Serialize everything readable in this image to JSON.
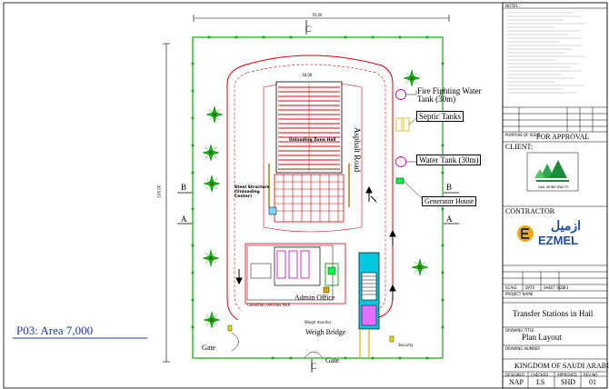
{
  "drawing": {
    "area_label": "P03: Area 7,000",
    "dimension_top": "70.00",
    "dimension_left": "100.00",
    "dimension_canopy": "18.00",
    "section_marks": [
      "C",
      "C",
      "B",
      "B",
      "A",
      "A"
    ],
    "labels": {
      "fire_tank": "Fire Fighting Water Tank (30m)",
      "septic": "Septic Tanks",
      "water_tank": "Water Tank (30m)",
      "generator": "Generator House",
      "asphalt": "Asphalt Road",
      "steel_structure": "Steel Structure (Unloading Center)",
      "admin": "Admin Office",
      "weigh_bridge": "Weigh Bridge",
      "weigh_monitor": "Weigh monitor",
      "gate_left": "Gate",
      "gate_bottom": "Gate",
      "security": "Security",
      "collection_vehicles": "Collection Vehicles Park",
      "unloading_zone": "Unloading Zone Hall"
    }
  },
  "title_block": {
    "notes_header": "NOTES :",
    "purpose_header": "PURPOSE OF ISSUE",
    "purpose_value": "FOR APPROVAL",
    "client_header": "CLIENT:",
    "client_logo_caption": "HAIL MUNICIPALITY",
    "contractor_header": "CONTRACTOR",
    "contractor_arabic": "ازميل",
    "contractor_name": "EZMEL",
    "project_name_header": "PROJECT NAME",
    "project_name": "Transfer Stations in Hail",
    "drawing_title_header": "DRAWING TITLE",
    "drawing_title": "Plan Layout",
    "drawing_number_header": "DRAWING NUMBER",
    "kingdom": "KINGDOM OF SAUDI ARABIA",
    "bottom_headers": [
      "DESIGNED",
      "CHECKED",
      "APPROVED",
      "REV NO"
    ],
    "bottom_values": [
      "NAP",
      "LS",
      "SHD",
      "01"
    ],
    "scale_label": "SCALE",
    "date_label": "DATE",
    "sheet_label": "SHEET SIZE",
    "sheet_value": "A3"
  }
}
